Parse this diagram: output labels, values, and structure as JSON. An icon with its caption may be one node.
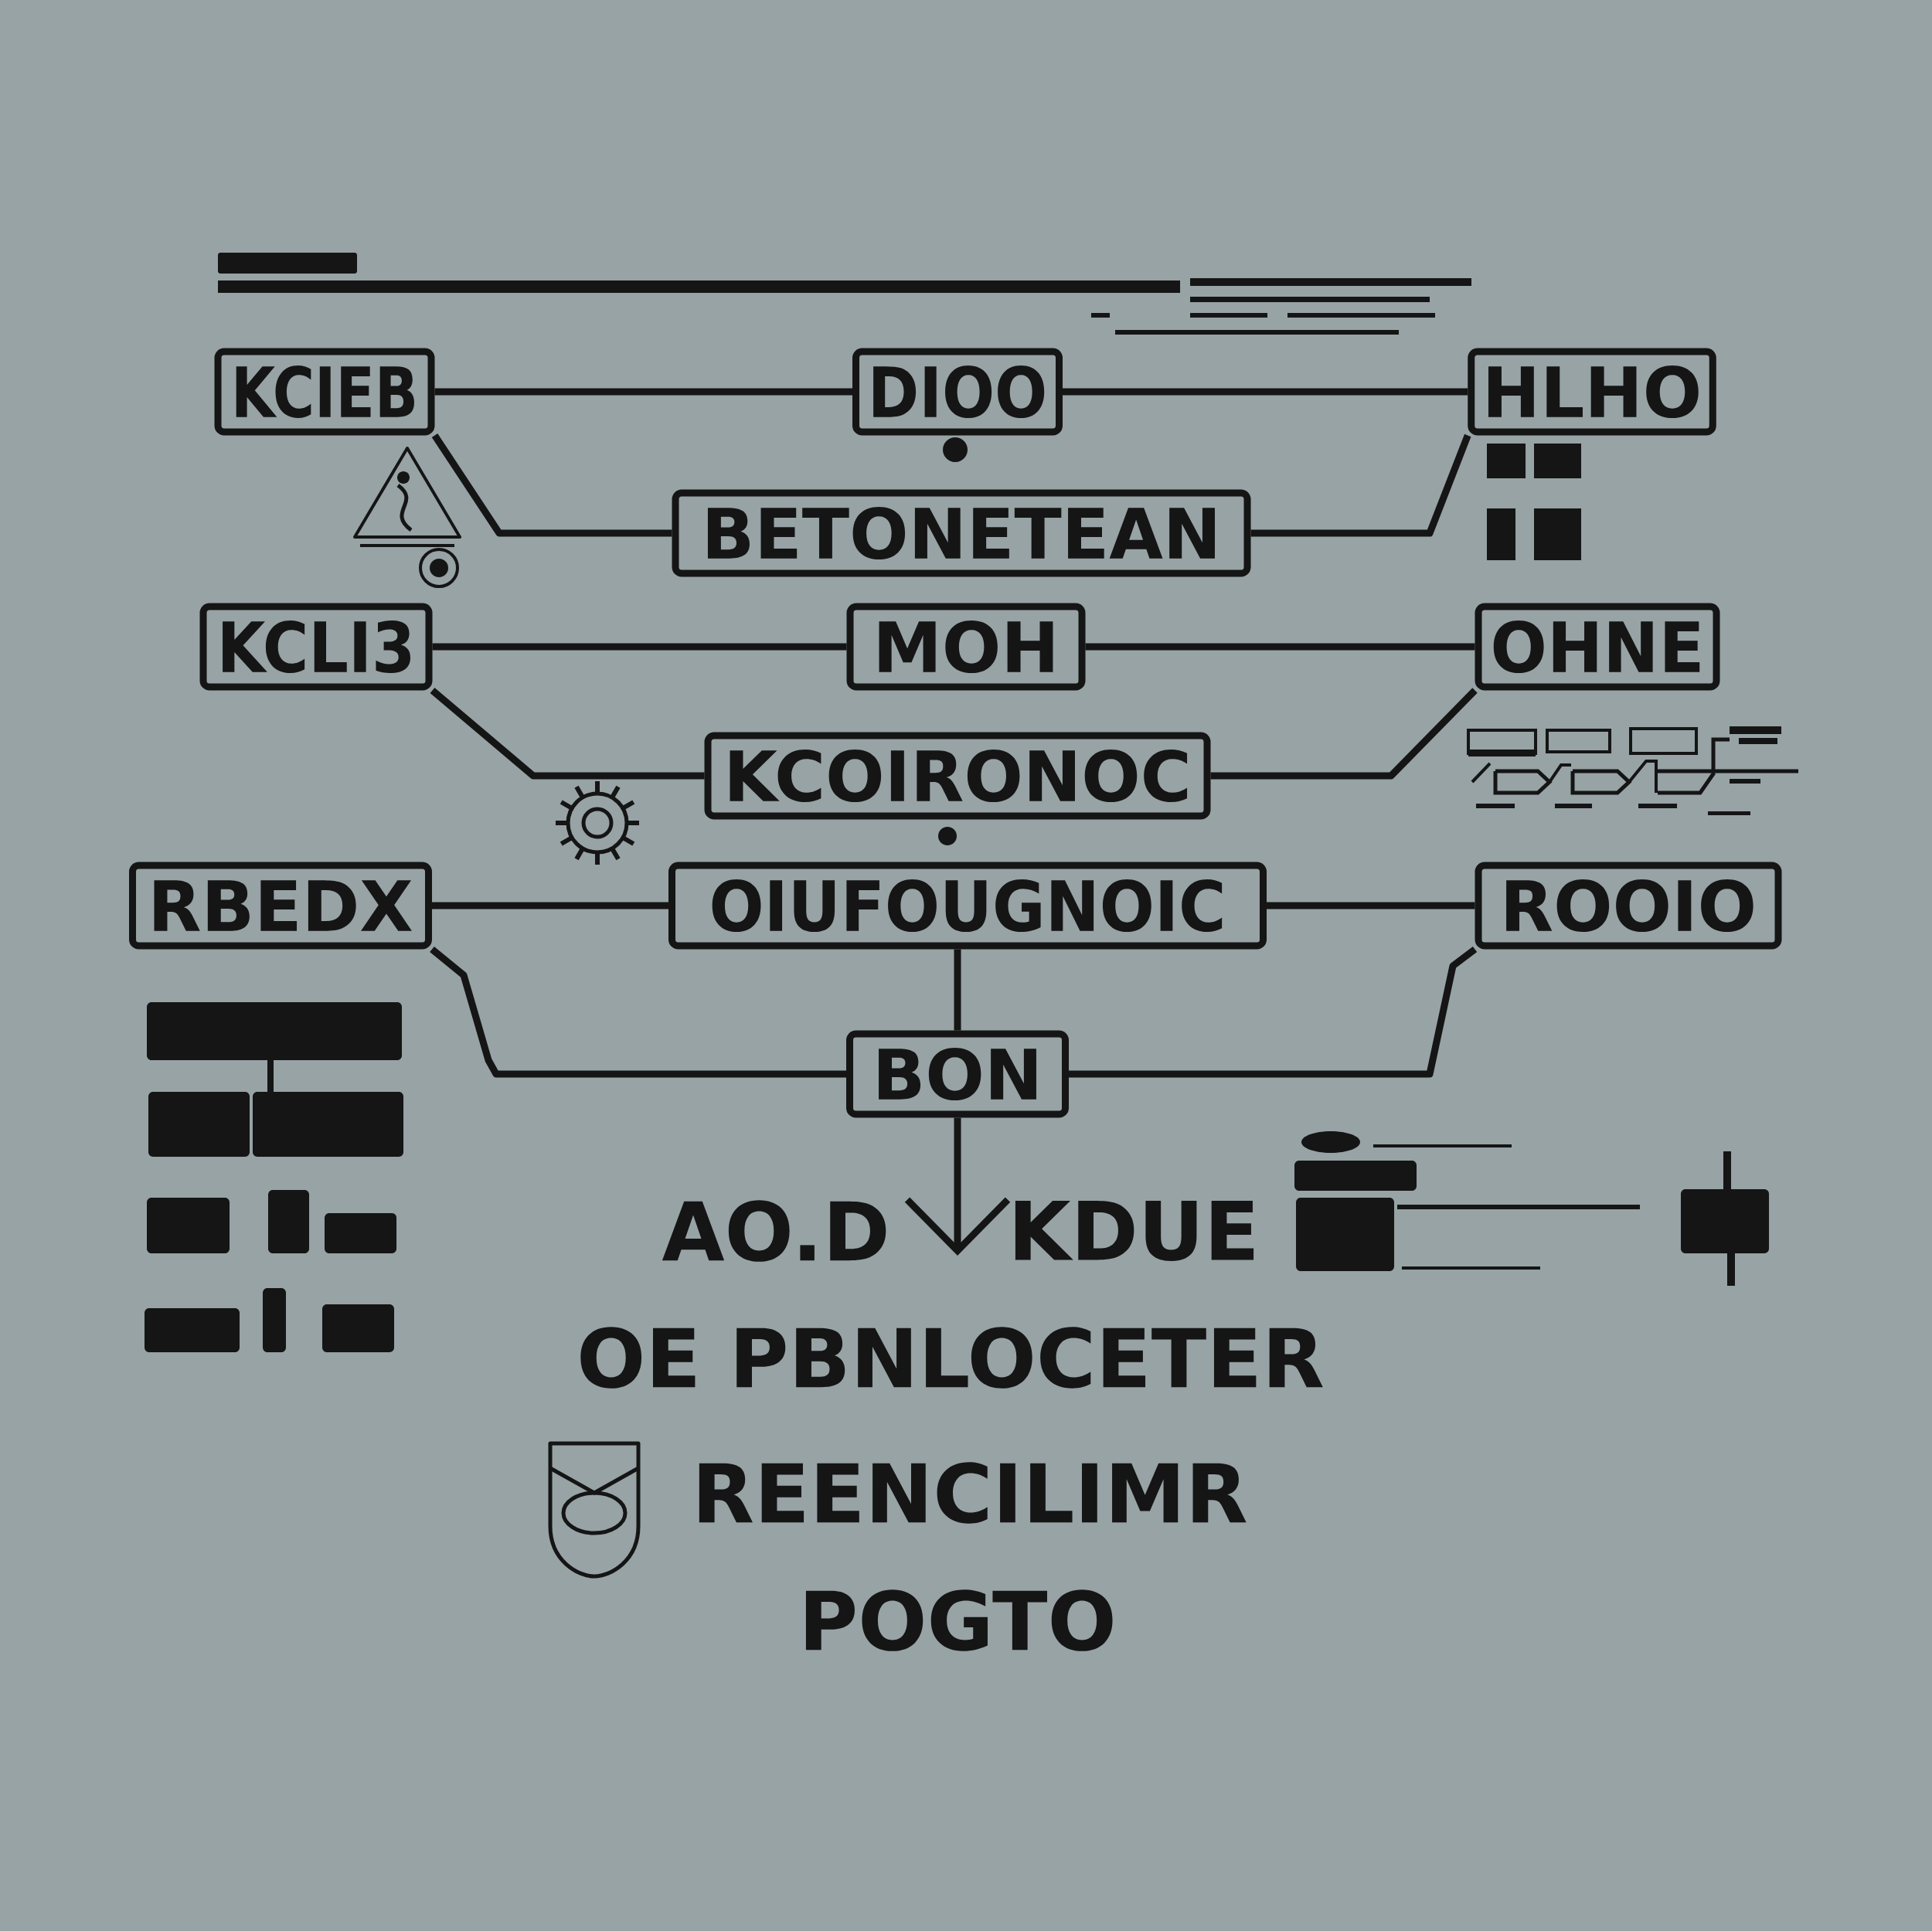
{
  "diagram": {
    "nodes": [
      {
        "text": [
          "KCIEB"
        ]
      },
      {
        "text": [
          "DIOO"
        ]
      },
      {
        "text": [
          "HLHO"
        ]
      },
      {
        "text": [
          "BETONETEAN"
        ]
      },
      {
        "text": [
          "KCLI3"
        ]
      },
      {
        "text": [
          "MOH"
        ]
      },
      {
        "text": [
          "OHNE"
        ]
      },
      {
        "text": [
          "KCOIRONOC"
        ]
      },
      {
        "text": [
          "RBEDX"
        ]
      },
      {
        "text": [
          "OIUFOUGNOIC"
        ]
      },
      {
        "text": [
          "ROOIO"
        ]
      },
      {
        "text": [
          "BON"
        ]
      }
    ],
    "edges": [
      {
        "from": 0,
        "to": 1,
        "arrow": "none"
      },
      {
        "from": 1,
        "to": 2,
        "arrow": "none"
      },
      {
        "from": 0,
        "to": 3,
        "arrow": "none"
      },
      {
        "from": 3,
        "to": 2,
        "arrow": "none"
      },
      {
        "from": 4,
        "to": 5,
        "arrow": "none"
      },
      {
        "from": 5,
        "to": 6,
        "arrow": "none"
      },
      {
        "from": 4,
        "to": 7,
        "arrow": "none"
      },
      {
        "from": 7,
        "to": 6,
        "arrow": "none"
      },
      {
        "from": 8,
        "to": 9,
        "arrow": "none"
      },
      {
        "from": 9,
        "to": 10,
        "arrow": "none"
      },
      {
        "from": 8,
        "to": 11,
        "arrow": "none"
      },
      {
        "from": 11,
        "to": 10,
        "arrow": "none"
      },
      {
        "from": 9,
        "to": 11,
        "arrow": "none"
      },
      {
        "from": 11,
        "to": null,
        "arrow": "to"
      }
    ],
    "labels": [
      "AO.D",
      "KDUE",
      "OE PBNLOCETER",
      "REENCILIMR",
      "POGTO"
    ]
  }
}
